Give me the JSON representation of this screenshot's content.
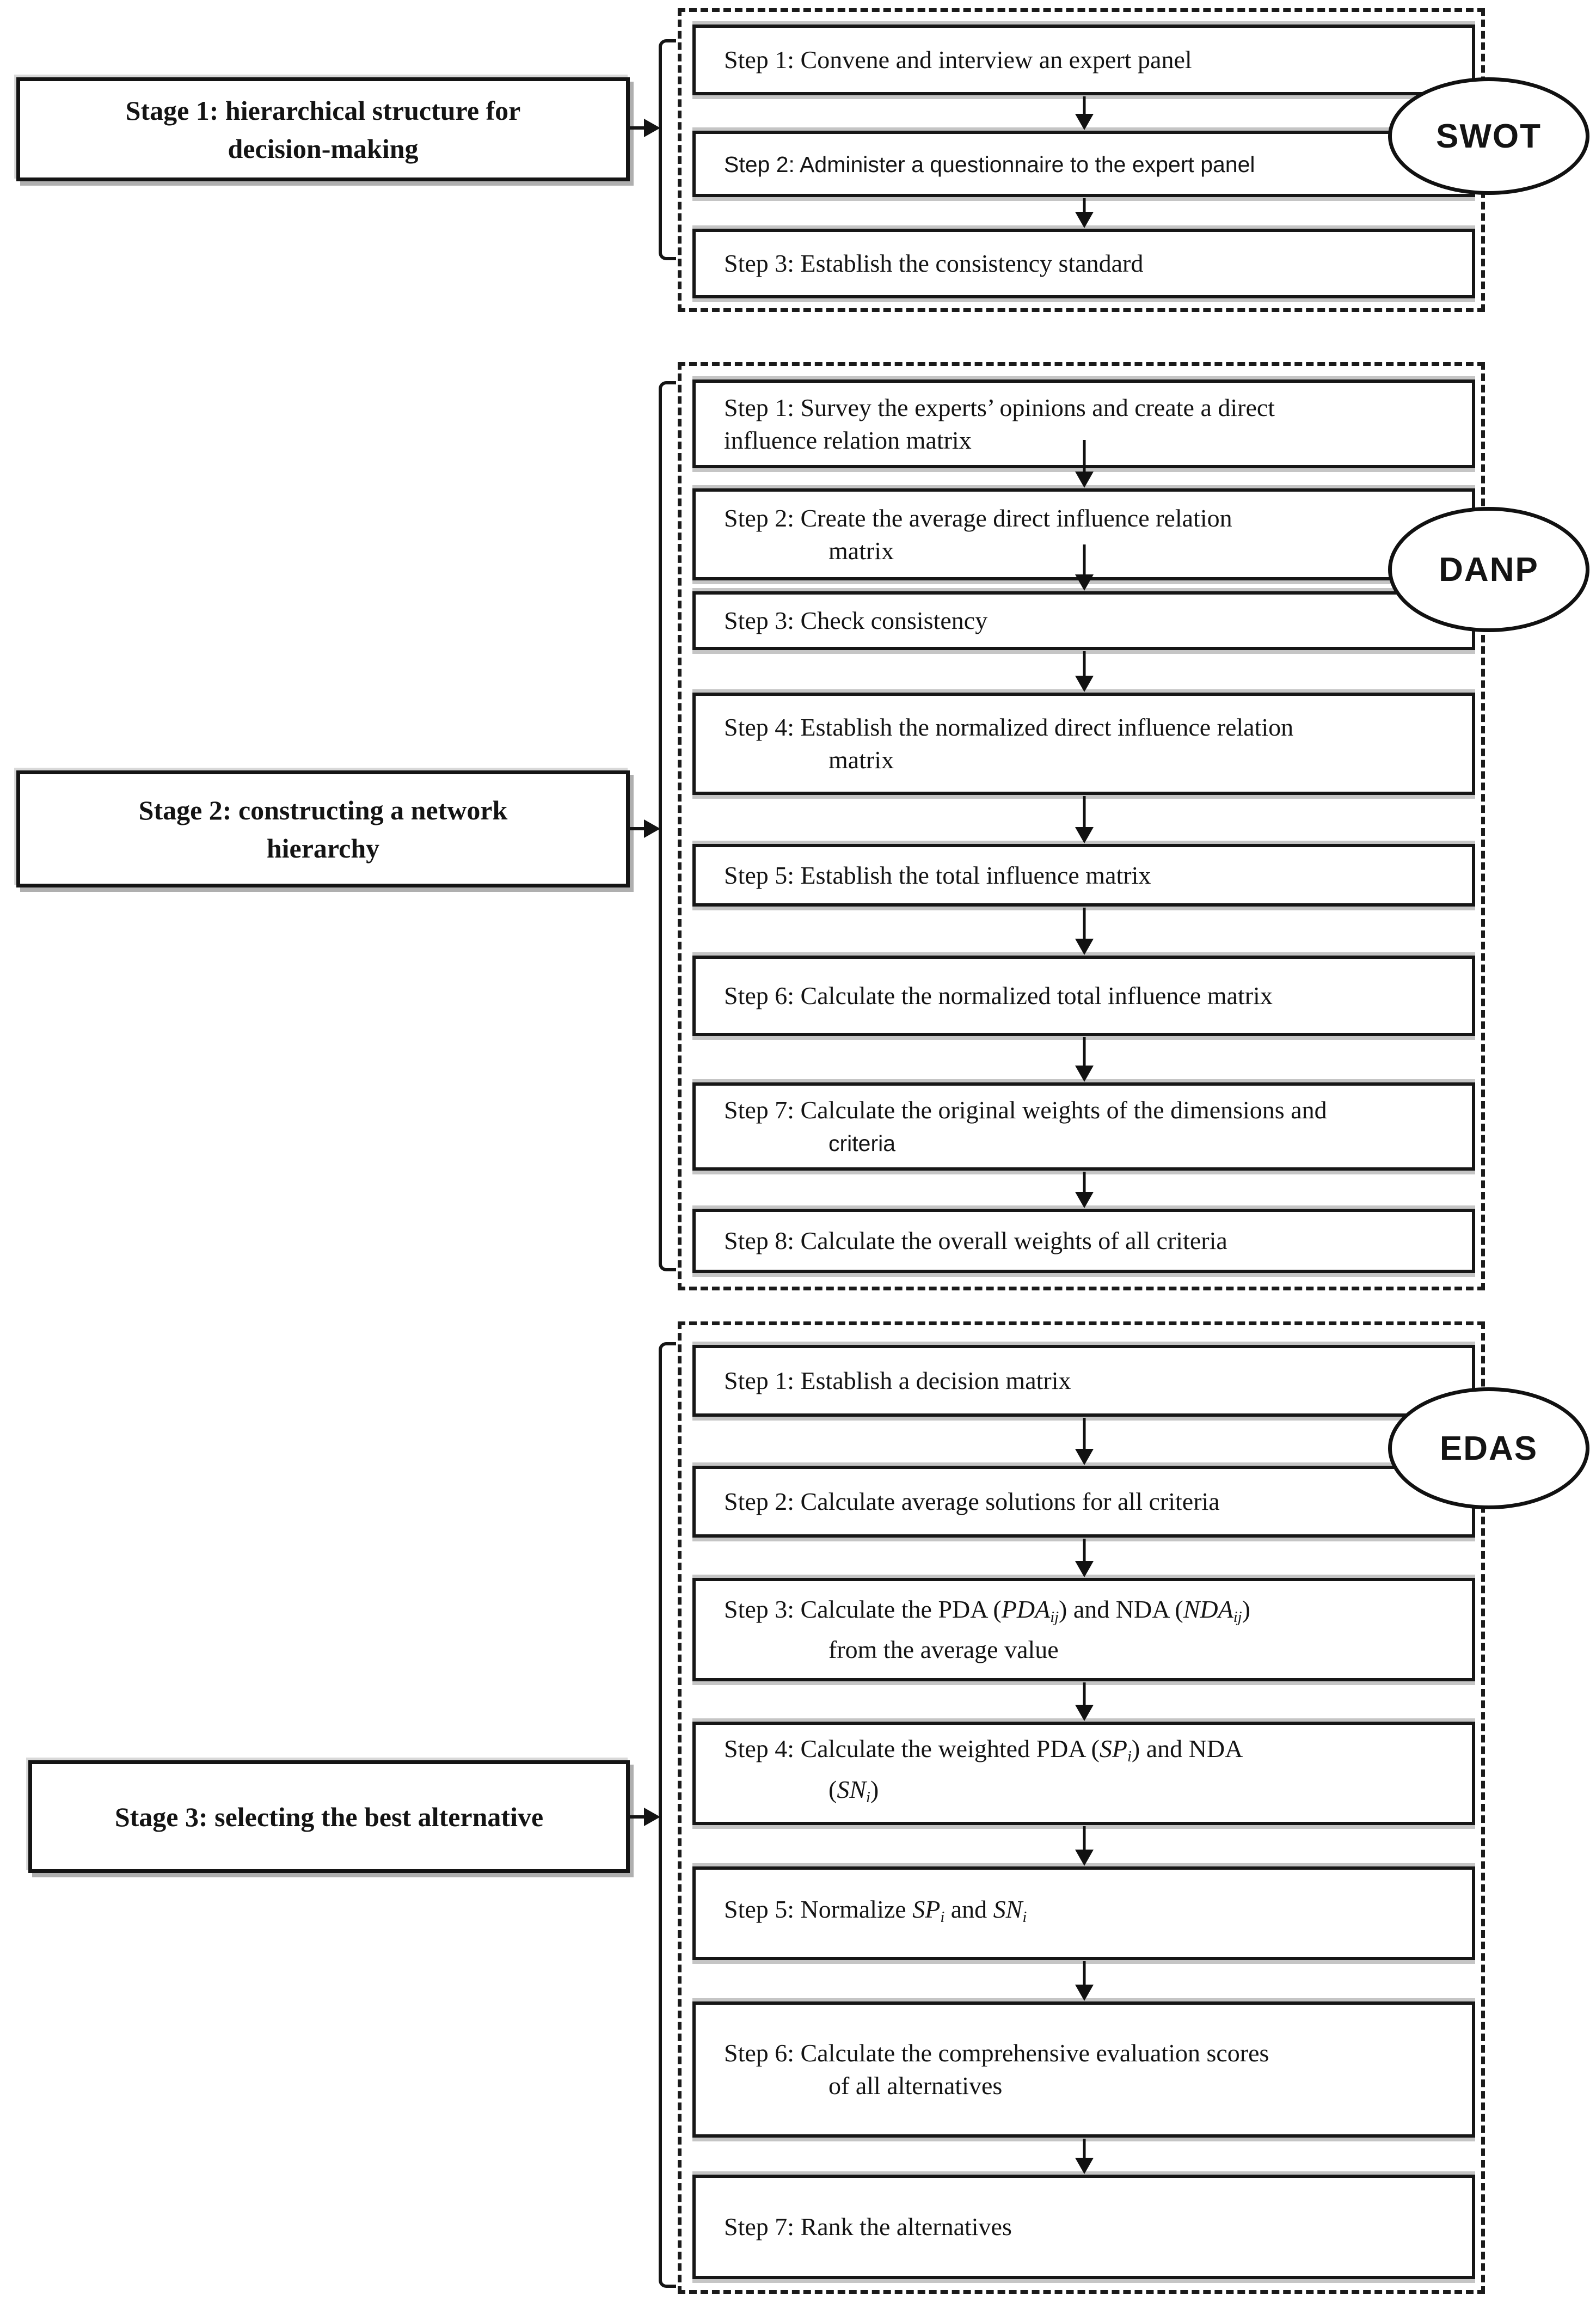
{
  "colors": {
    "ink": "#141414",
    "background": "#ffffff",
    "scan_shadow": "#9a9a9a"
  },
  "stages": [
    {
      "label_lines": [
        "Stage 1: hierarchical structure for",
        "decision-making"
      ],
      "method": "SWOT",
      "steps": [
        {
          "lines": [
            {
              "segments": [
                {
                  "text": "Step 1: Convene and interview an expert panel"
                }
              ]
            }
          ]
        },
        {
          "lines": [
            {
              "segments": [
                {
                  "text": "Step 2: Administer a questionnaire to the expert panel",
                  "cls": "sans"
                }
              ]
            }
          ]
        },
        {
          "lines": [
            {
              "segments": [
                {
                  "text": "Step 3: Establish the consistency standard"
                }
              ]
            }
          ]
        }
      ]
    },
    {
      "label_lines": [
        "Stage 2: constructing a network",
        "hierarchy"
      ],
      "method": "DANP",
      "steps": [
        {
          "lines": [
            {
              "segments": [
                {
                  "text": "Step 1: Survey the experts’ opinions and create a direct"
                }
              ]
            },
            {
              "segments": [
                {
                  "text": "influence relation matrix"
                }
              ]
            }
          ]
        },
        {
          "lines": [
            {
              "segments": [
                {
                  "text": "Step 2: Create the average direct influence relation"
                }
              ]
            },
            {
              "indent": true,
              "segments": [
                {
                  "text": "matrix"
                }
              ]
            }
          ]
        },
        {
          "lines": [
            {
              "segments": [
                {
                  "text": "Step 3: Check consistency"
                }
              ]
            }
          ]
        },
        {
          "lines": [
            {
              "segments": [
                {
                  "text": "Step 4: Establish the normalized direct influence relation"
                }
              ]
            },
            {
              "indent": true,
              "segments": [
                {
                  "text": "matrix"
                }
              ]
            }
          ]
        },
        {
          "lines": [
            {
              "segments": [
                {
                  "text": "Step 5: Establish the total influence matrix"
                }
              ]
            }
          ]
        },
        {
          "lines": [
            {
              "segments": [
                {
                  "text": "Step 6: Calculate the normalized total influence matrix"
                }
              ]
            }
          ]
        },
        {
          "lines": [
            {
              "segments": [
                {
                  "text": "Step 7: Calculate the original weights of the dimensions and"
                }
              ]
            },
            {
              "indent": true,
              "segments": [
                {
                  "text": "criteria",
                  "cls": "sans"
                }
              ]
            }
          ]
        },
        {
          "lines": [
            {
              "segments": [
                {
                  "text": "Step 8: Calculate the overall weights of all criteria"
                }
              ]
            }
          ]
        }
      ]
    },
    {
      "label_lines": [
        "Stage 3: selecting the best alternative"
      ],
      "method": "EDAS",
      "steps": [
        {
          "lines": [
            {
              "segments": [
                {
                  "text": "Step 1: Establish a decision matrix"
                }
              ]
            }
          ]
        },
        {
          "lines": [
            {
              "segments": [
                {
                  "text": "Step 2: Calculate average solutions for all criteria"
                }
              ]
            }
          ]
        },
        {
          "lines": [
            {
              "segments": [
                {
                  "text": "Step 3: Calculate the PDA ("
                },
                {
                  "text": "PDA",
                  "cls": "mi"
                },
                {
                  "text": "ij",
                  "cls": "msub"
                },
                {
                  "text": ") and NDA ("
                },
                {
                  "text": "NDA",
                  "cls": "mi"
                },
                {
                  "text": "ij",
                  "cls": "msub"
                },
                {
                  "text": ")"
                }
              ]
            },
            {
              "indent": true,
              "segments": [
                {
                  "text": "from the average value"
                }
              ]
            }
          ]
        },
        {
          "lines": [
            {
              "segments": [
                {
                  "text": "Step 4: Calculate the weighted PDA ("
                },
                {
                  "text": "SP",
                  "cls": "mi"
                },
                {
                  "text": "i",
                  "cls": "msub"
                },
                {
                  "text": ") and NDA"
                }
              ]
            },
            {
              "indent": true,
              "segments": [
                {
                  "text": "("
                },
                {
                  "text": "SN",
                  "cls": "mi"
                },
                {
                  "text": "i",
                  "cls": "msub"
                },
                {
                  "text": ")"
                }
              ]
            }
          ]
        },
        {
          "lines": [
            {
              "segments": [
                {
                  "text": "Step 5: Normalize  "
                },
                {
                  "text": "SP",
                  "cls": "mi"
                },
                {
                  "text": "i",
                  "cls": "msub"
                },
                {
                  "text": "  and  "
                },
                {
                  "text": "SN",
                  "cls": "mi"
                },
                {
                  "text": "i",
                  "cls": "msub"
                }
              ]
            }
          ]
        },
        {
          "lines": [
            {
              "segments": [
                {
                  "text": "Step 6: Calculate the comprehensive evaluation scores"
                }
              ]
            },
            {
              "indent": true,
              "segments": [
                {
                  "text": "of all alternatives"
                }
              ]
            }
          ]
        },
        {
          "lines": [
            {
              "segments": [
                {
                  "text": "Step 7: Rank the alternatives"
                }
              ]
            }
          ]
        }
      ]
    }
  ]
}
